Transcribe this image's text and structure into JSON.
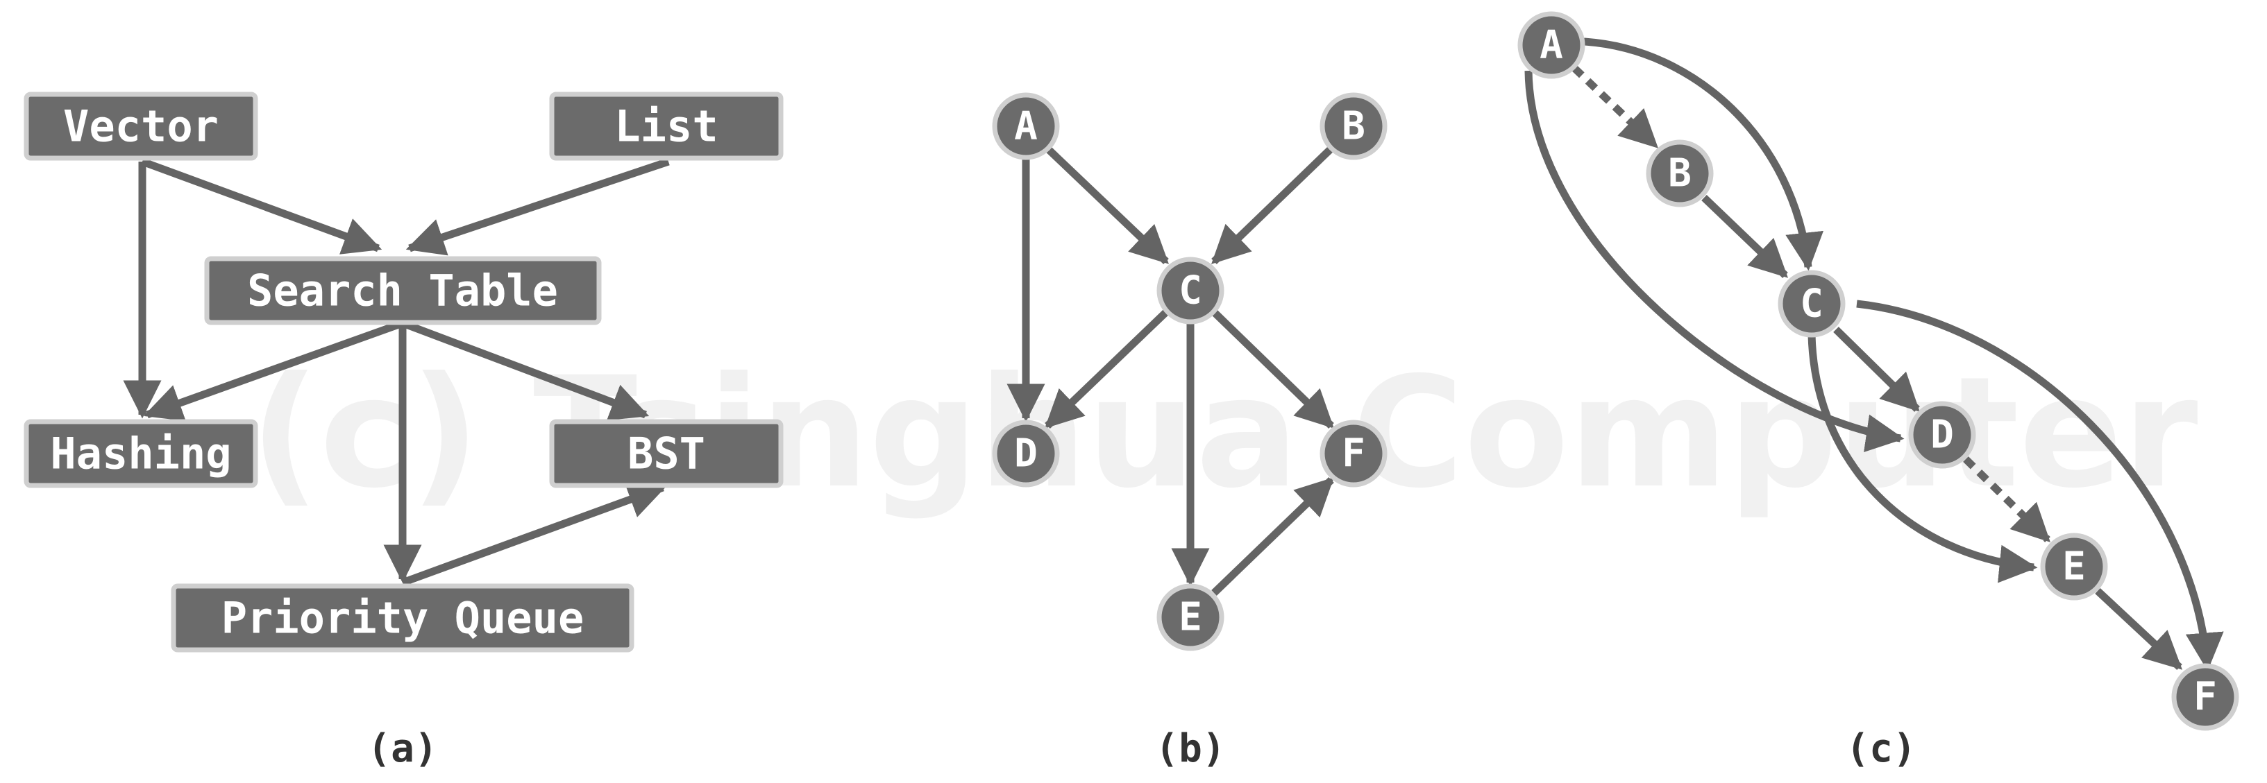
{
  "watermark": "(c) Tsinghua Computer",
  "panels": [
    {
      "id": "a",
      "caption": "(a)",
      "nodes": [
        {
          "id": "vector",
          "label": "Vector"
        },
        {
          "id": "list",
          "label": "List"
        },
        {
          "id": "search_table",
          "label": "Search Table"
        },
        {
          "id": "hashing",
          "label": "Hashing"
        },
        {
          "id": "bst",
          "label": "BST"
        },
        {
          "id": "priority_queue",
          "label": "Priority Queue"
        }
      ],
      "edges": [
        {
          "from": "vector",
          "to": "search_table",
          "style": "solid"
        },
        {
          "from": "list",
          "to": "search_table",
          "style": "solid"
        },
        {
          "from": "vector",
          "to": "hashing",
          "style": "solid"
        },
        {
          "from": "search_table",
          "to": "hashing",
          "style": "solid"
        },
        {
          "from": "search_table",
          "to": "bst",
          "style": "solid"
        },
        {
          "from": "search_table",
          "to": "priority_queue",
          "style": "solid"
        },
        {
          "from": "priority_queue",
          "to": "bst",
          "style": "solid"
        }
      ]
    },
    {
      "id": "b",
      "caption": "(b)",
      "nodes": [
        {
          "id": "A",
          "label": "A"
        },
        {
          "id": "B",
          "label": "B"
        },
        {
          "id": "C",
          "label": "C"
        },
        {
          "id": "D",
          "label": "D"
        },
        {
          "id": "E",
          "label": "E"
        },
        {
          "id": "F",
          "label": "F"
        }
      ],
      "edges": [
        {
          "from": "A",
          "to": "C",
          "style": "solid"
        },
        {
          "from": "A",
          "to": "D",
          "style": "solid"
        },
        {
          "from": "B",
          "to": "C",
          "style": "solid"
        },
        {
          "from": "C",
          "to": "D",
          "style": "solid"
        },
        {
          "from": "C",
          "to": "E",
          "style": "solid"
        },
        {
          "from": "C",
          "to": "F",
          "style": "solid"
        },
        {
          "from": "E",
          "to": "F",
          "style": "solid"
        }
      ]
    },
    {
      "id": "c",
      "caption": "(c)",
      "nodes": [
        {
          "id": "A",
          "label": "A"
        },
        {
          "id": "B",
          "label": "B"
        },
        {
          "id": "C",
          "label": "C"
        },
        {
          "id": "D",
          "label": "D"
        },
        {
          "id": "E",
          "label": "E"
        },
        {
          "id": "F",
          "label": "F"
        }
      ],
      "edges": [
        {
          "from": "A",
          "to": "B",
          "style": "dotted"
        },
        {
          "from": "B",
          "to": "C",
          "style": "solid"
        },
        {
          "from": "C",
          "to": "D",
          "style": "solid"
        },
        {
          "from": "D",
          "to": "E",
          "style": "dotted"
        },
        {
          "from": "E",
          "to": "F",
          "style": "solid"
        },
        {
          "from": "A",
          "to": "C",
          "style": "solid"
        },
        {
          "from": "A",
          "to": "D",
          "style": "solid"
        },
        {
          "from": "C",
          "to": "E",
          "style": "solid"
        },
        {
          "from": "C",
          "to": "F",
          "style": "solid"
        }
      ]
    }
  ]
}
